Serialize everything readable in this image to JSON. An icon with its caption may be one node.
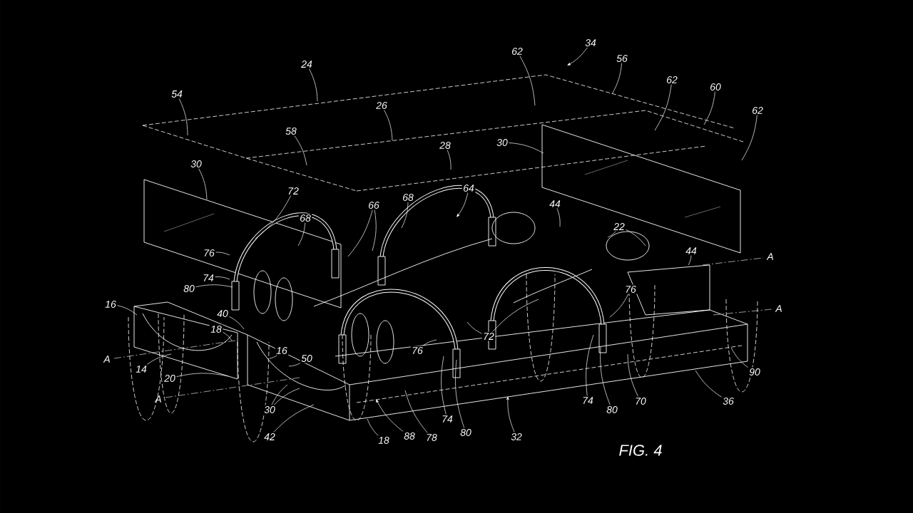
{
  "diagram": {
    "caption": "FIG. 4",
    "nodes": [
      {
        "text": [
          "34"
        ]
      },
      {
        "text": [
          "62"
        ]
      },
      {
        "text": [
          "56"
        ]
      },
      {
        "text": [
          "24"
        ]
      },
      {
        "text": [
          "62"
        ]
      },
      {
        "text": [
          "60"
        ]
      },
      {
        "text": [
          "54"
        ]
      },
      {
        "text": [
          "62"
        ]
      },
      {
        "text": [
          "26"
        ]
      },
      {
        "text": [
          "58"
        ]
      },
      {
        "text": [
          "30"
        ]
      },
      {
        "text": [
          "28"
        ]
      },
      {
        "text": [
          "30"
        ]
      },
      {
        "text": [
          "64"
        ]
      },
      {
        "text": [
          "72"
        ]
      },
      {
        "text": [
          "68"
        ]
      },
      {
        "text": [
          "44"
        ]
      },
      {
        "text": [
          "66"
        ]
      },
      {
        "text": [
          "68"
        ]
      },
      {
        "text": [
          "22"
        ]
      },
      {
        "text": [
          "44"
        ]
      },
      {
        "text": [
          "76"
        ]
      },
      {
        "text": [
          "74"
        ]
      },
      {
        "text": [
          "76"
        ]
      },
      {
        "text": [
          "80"
        ]
      },
      {
        "text": [
          "16"
        ]
      },
      {
        "text": [
          "40"
        ]
      },
      {
        "text": [
          "18"
        ]
      },
      {
        "text": [
          "72"
        ]
      },
      {
        "text": [
          "16"
        ]
      },
      {
        "text": [
          "76"
        ]
      },
      {
        "text": [
          "50"
        ]
      },
      {
        "text": [
          "14"
        ]
      },
      {
        "text": [
          "20"
        ]
      },
      {
        "text": [
          "70"
        ]
      },
      {
        "text": [
          "36"
        ]
      },
      {
        "text": [
          "90"
        ]
      },
      {
        "text": [
          "74"
        ]
      },
      {
        "text": [
          "80"
        ]
      },
      {
        "text": [
          "30"
        ]
      },
      {
        "text": [
          "74"
        ]
      },
      {
        "text": [
          "42"
        ]
      },
      {
        "text": [
          "80"
        ]
      },
      {
        "text": [
          "32"
        ]
      },
      {
        "text": [
          "88"
        ]
      },
      {
        "text": [
          "78"
        ]
      },
      {
        "text": [
          "18"
        ]
      }
    ],
    "edges": [
      {
        "from": 0,
        "to": null,
        "arrow": "to"
      },
      {
        "from": 1,
        "to": null,
        "arrow": "none"
      },
      {
        "from": 2,
        "to": null,
        "arrow": "none"
      },
      {
        "from": 3,
        "to": null,
        "arrow": "none"
      },
      {
        "from": 4,
        "to": null,
        "arrow": "none"
      },
      {
        "from": 5,
        "to": null,
        "arrow": "none"
      },
      {
        "from": 6,
        "to": null,
        "arrow": "none"
      },
      {
        "from": 7,
        "to": null,
        "arrow": "none"
      },
      {
        "from": 8,
        "to": null,
        "arrow": "none"
      },
      {
        "from": 9,
        "to": null,
        "arrow": "none"
      },
      {
        "from": 10,
        "to": null,
        "arrow": "none"
      },
      {
        "from": 11,
        "to": null,
        "arrow": "none"
      },
      {
        "from": 12,
        "to": null,
        "arrow": "none"
      },
      {
        "from": 13,
        "to": null,
        "arrow": "to"
      },
      {
        "from": 14,
        "to": null,
        "arrow": "none"
      },
      {
        "from": 15,
        "to": null,
        "arrow": "none"
      },
      {
        "from": 16,
        "to": null,
        "arrow": "none"
      },
      {
        "from": 17,
        "to": null,
        "arrow": "none"
      },
      {
        "from": 17,
        "to": null,
        "arrow": "none"
      },
      {
        "from": 18,
        "to": null,
        "arrow": "none"
      },
      {
        "from": 19,
        "to": null,
        "arrow": "none"
      },
      {
        "from": 19,
        "to": null,
        "arrow": "none"
      },
      {
        "from": 20,
        "to": null,
        "arrow": "none"
      },
      {
        "from": 21,
        "to": null,
        "arrow": "none"
      },
      {
        "from": 22,
        "to": null,
        "arrow": "none"
      },
      {
        "from": 23,
        "to": null,
        "arrow": "none"
      },
      {
        "from": 24,
        "to": null,
        "arrow": "none"
      },
      {
        "from": 25,
        "to": null,
        "arrow": "none"
      },
      {
        "from": 26,
        "to": null,
        "arrow": "none"
      },
      {
        "from": 27,
        "to": null,
        "arrow": "none"
      },
      {
        "from": 28,
        "to": null,
        "arrow": "none"
      },
      {
        "from": 28,
        "to": null,
        "arrow": "none"
      },
      {
        "from": 29,
        "to": null,
        "arrow": "none"
      },
      {
        "from": 30,
        "to": null,
        "arrow": "none"
      },
      {
        "from": 31,
        "to": null,
        "arrow": "none"
      },
      {
        "from": 32,
        "to": null,
        "arrow": "none"
      },
      {
        "from": 33,
        "to": null,
        "arrow": "none"
      },
      {
        "from": 34,
        "to": null,
        "arrow": "none"
      },
      {
        "from": 35,
        "to": null,
        "arrow": "none"
      },
      {
        "from": 36,
        "to": null,
        "arrow": "none"
      },
      {
        "from": 37,
        "to": null,
        "arrow": "none"
      },
      {
        "from": 38,
        "to": null,
        "arrow": "none"
      },
      {
        "from": 39,
        "to": null,
        "arrow": "none"
      },
      {
        "from": 39,
        "to": null,
        "arrow": "none"
      },
      {
        "from": 40,
        "to": null,
        "arrow": "none"
      },
      {
        "from": 41,
        "to": null,
        "arrow": "none"
      },
      {
        "from": 42,
        "to": null,
        "arrow": "none"
      },
      {
        "from": 43,
        "to": null,
        "arrow": "to"
      },
      {
        "from": 44,
        "to": null,
        "arrow": "to"
      },
      {
        "from": 45,
        "to": null,
        "arrow": "none"
      },
      {
        "from": 46,
        "to": null,
        "arrow": "none"
      }
    ],
    "labels": [
      "A",
      "A",
      "A",
      "A"
    ]
  }
}
